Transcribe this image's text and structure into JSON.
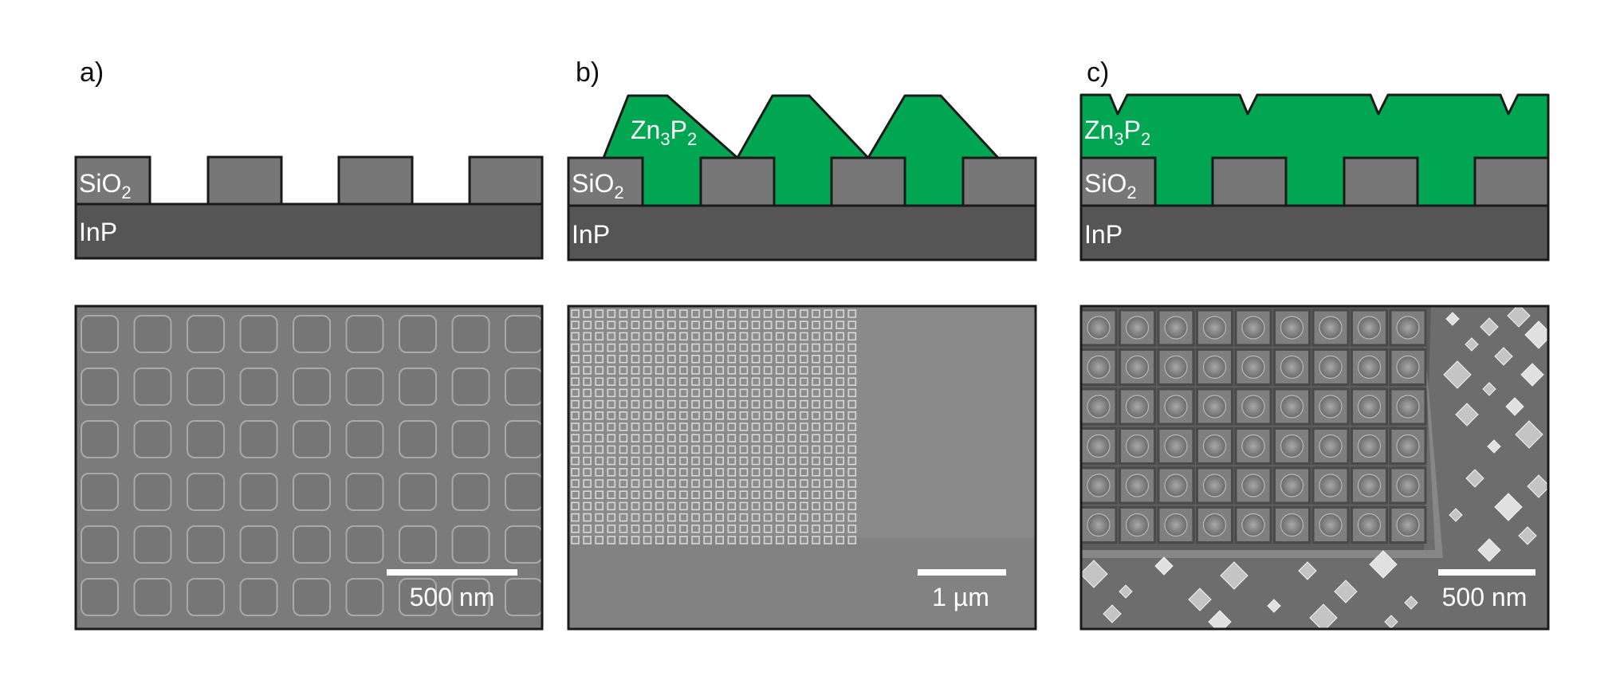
{
  "colors": {
    "inp": "#555555",
    "sio2": "#777777",
    "zn3p2": "#00a651",
    "outline": "#1a1a1a",
    "sem_bg_a": "#7b7b7b",
    "sem_bg_b": "#8a8a8a",
    "sem_bg_c": "#6d6d6d"
  },
  "panels": [
    {
      "letter": "a)",
      "labels": {
        "sio2_main": "SiO",
        "sio2_sub": "2",
        "inp": "InP"
      },
      "scale_bar": "500 nm"
    },
    {
      "letter": "b)",
      "labels": {
        "zn_main": "Zn",
        "zn_sub3": "3",
        "zn_p": "P",
        "zn_sub2": "2",
        "sio2_main": "SiO",
        "sio2_sub": "2",
        "inp": "InP"
      },
      "scale_bar": "1 µm"
    },
    {
      "letter": "c)",
      "labels": {
        "zn_main": "Zn",
        "zn_sub3": "3",
        "zn_p": "P",
        "zn_sub2": "2",
        "sio2_main": "SiO",
        "sio2_sub": "2",
        "inp": "InP"
      },
      "scale_bar": "500 nm"
    }
  ]
}
